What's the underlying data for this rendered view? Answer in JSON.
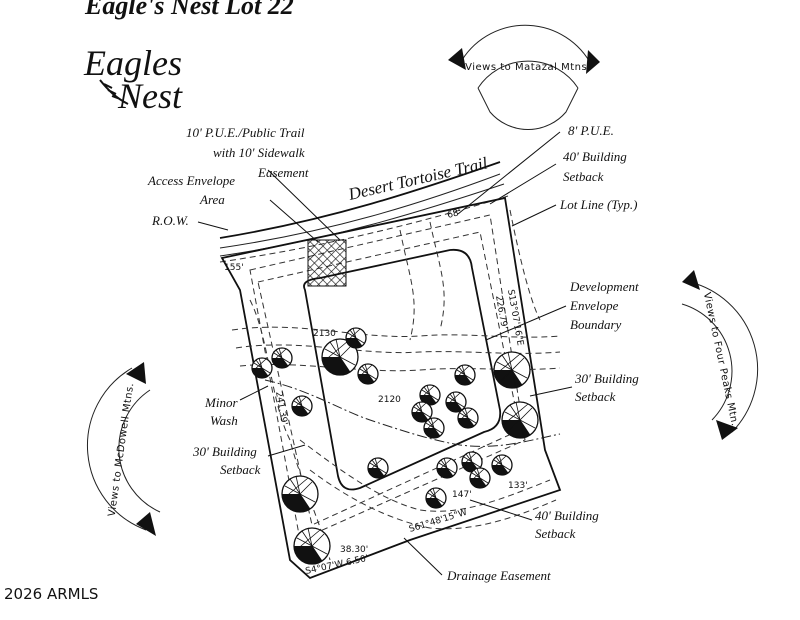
{
  "title": "Eagle's Nest Lot 22",
  "logo": {
    "line1": "Eagles",
    "line2": "Nest"
  },
  "road_name": "Desert Tortoise Trail",
  "labels": {
    "pue_trail_1": "10' P.U.E./Public Trail",
    "pue_trail_2": "with 10' Sidewalk",
    "pue_trail_3": "Easement",
    "access_1": "Access Envelope",
    "access_2": "Area",
    "row": "R.O.W.",
    "pue8": "8' P.U.E.",
    "setback40_top_1": "40' Building",
    "setback40_top_2": "Setback",
    "lot_line": "Lot Line (Typ.)",
    "dev_1": "Development",
    "dev_2": "Envelope",
    "dev_3": "Boundary",
    "setback30_right_1": "30' Building",
    "setback30_right_2": "Setback",
    "minor_wash_1": "Minor",
    "minor_wash_2": "Wash",
    "setback30_left_1": "30' Building",
    "setback30_left_2": "Setback",
    "setback40_bottom_1": "40' Building",
    "setback40_bottom_2": "Setback",
    "drainage": "Drainage Easement"
  },
  "dimensions": {
    "d1": "155'",
    "d2": "S13°07'16\"E",
    "d3": "226.79'",
    "d4": "241.39'",
    "d5": "S61°48'15\"W",
    "d6": "38.30'",
    "d7": "S4°07'W 6.50'",
    "d8": "147'",
    "d9": "133'",
    "d10": "68'",
    "contour_2130": "2130",
    "contour_2120": "2120"
  },
  "views": {
    "matazal": "Views to Matazal Mtns.",
    "four_peaks": "Views to Four Peaks Mtn.",
    "mcdowell": "Views to McDowell Mtns."
  },
  "copyright": "2026 ARMLS"
}
